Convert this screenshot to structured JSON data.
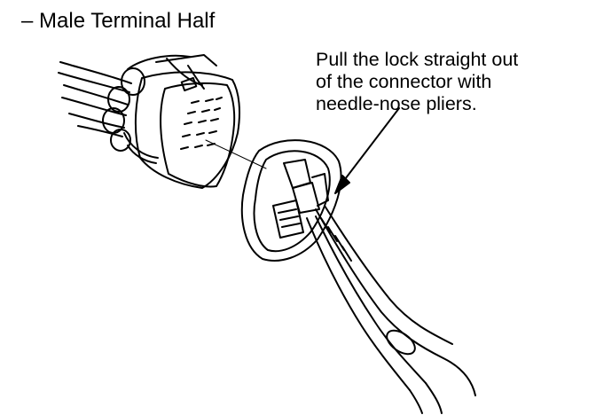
{
  "figure": {
    "heading": "– Male Terminal Half",
    "instruction_lines": [
      "Pull the lock straight out",
      "of the connector with",
      "needle-nose pliers."
    ]
  },
  "colors": {
    "ink": "#000000",
    "paper": "#ffffff"
  },
  "icons": {
    "male_connector": "connector-housing-icon",
    "terminal_lock": "terminal-lock-icon",
    "pliers": "needle-nose-pliers-icon",
    "leader_arrow": "arrow-icon"
  }
}
